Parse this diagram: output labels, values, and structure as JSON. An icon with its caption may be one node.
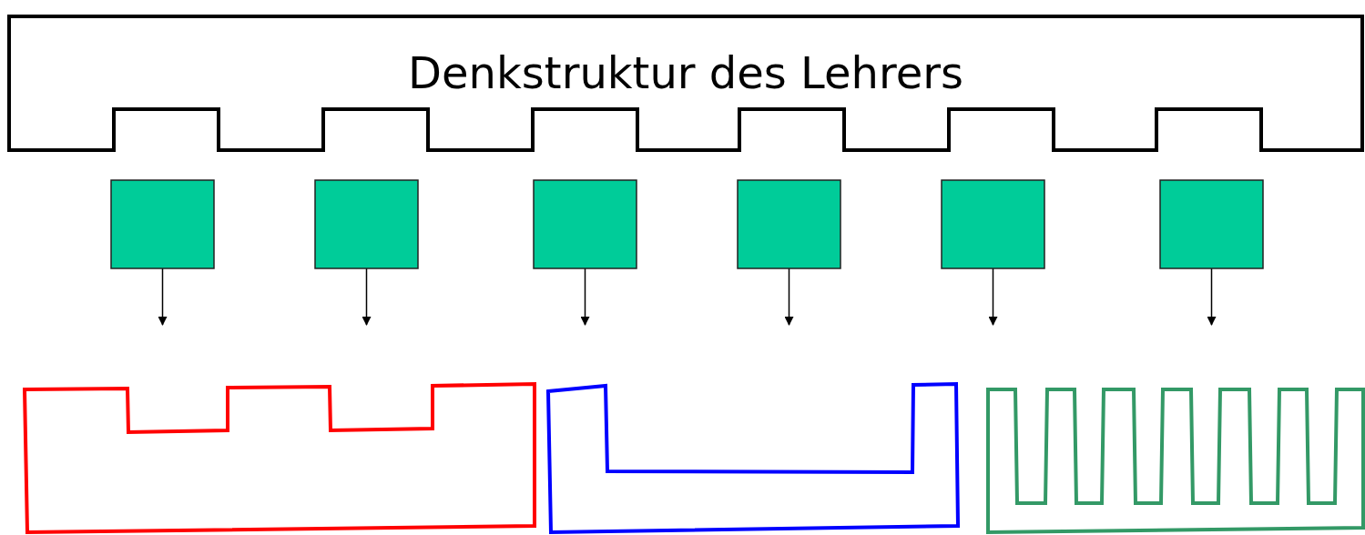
{
  "diagram": {
    "nodes": [
      {
        "text": [
          "Denkstruktur des Lehrers"
        ]
      },
      {
        "text": [],
        "shape": "box"
      },
      {
        "text": [],
        "shape": "box"
      },
      {
        "text": [],
        "shape": "box"
      },
      {
        "text": [],
        "shape": "box"
      },
      {
        "text": [],
        "shape": "box"
      },
      {
        "text": [],
        "shape": "box"
      },
      {
        "text": [],
        "shape": "box"
      },
      {
        "text": [],
        "shape": "box"
      },
      {
        "text": [],
        "shape": "box"
      }
    ],
    "edges": [
      {
        "from": 1,
        "to": null,
        "arrow": "to"
      },
      {
        "from": 2,
        "to": null,
        "arrow": "to"
      },
      {
        "from": 3,
        "to": null,
        "arrow": "to"
      },
      {
        "from": 4,
        "to": null,
        "arrow": "to"
      },
      {
        "from": 5,
        "to": null,
        "arrow": "to"
      },
      {
        "from": 6,
        "to": null,
        "arrow": "to"
      }
    ]
  }
}
